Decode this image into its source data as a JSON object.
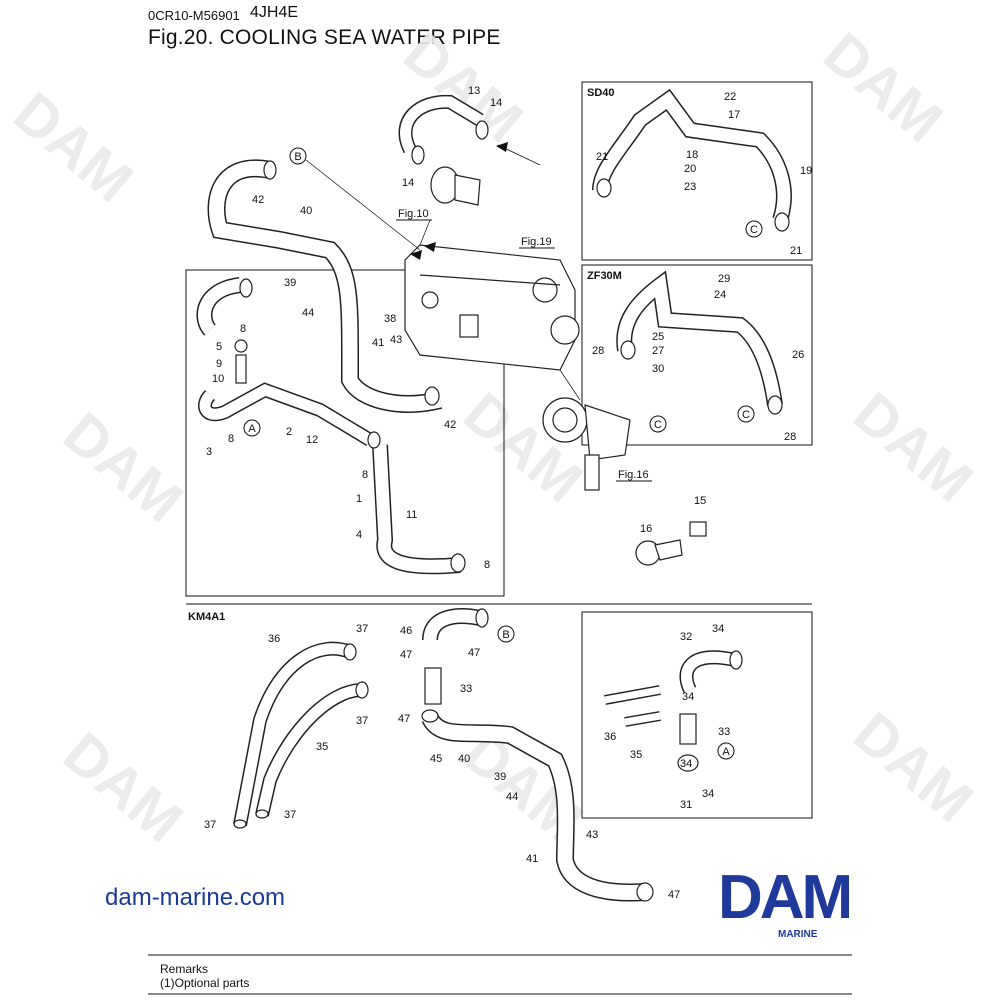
{
  "header": {
    "doc_code": "0CR10-M56901",
    "model": "4JH4E",
    "title": "Fig.20.  COOLING SEA WATER PIPE"
  },
  "watermark": "DAM",
  "box_labels": {
    "sd40": "SD40",
    "zf30m": "ZF30M",
    "km4a1": "KM4A1"
  },
  "fig_refs": {
    "fig10": "Fig.10",
    "fig19": "Fig.19",
    "fig16": "Fig.16"
  },
  "circle_refs": {
    "b1": "B",
    "b2": "B",
    "a1": "A",
    "a2": "A",
    "c1": "C",
    "c2": "C",
    "c3": "C"
  },
  "parts": {
    "p1": "1",
    "p2": "2",
    "p3": "3",
    "p4": "4",
    "p5": "5",
    "p8a": "8",
    "p8b": "8",
    "p8c": "8",
    "p8d": "8",
    "p9": "9",
    "p10": "10",
    "p11": "11",
    "p12": "12",
    "p13": "13",
    "p14a": "14",
    "p14b": "14",
    "p15": "15",
    "p16": "16",
    "p17": "17",
    "p18": "18",
    "p19": "19",
    "p20": "20",
    "p21a": "21",
    "p21b": "21",
    "p22": "22",
    "p23": "23",
    "p24": "24",
    "p25": "25",
    "p26": "26",
    "p27": "27",
    "p28a": "28",
    "p28b": "28",
    "p29": "29",
    "p30": "30",
    "p31": "31",
    "p32": "32",
    "p33a": "33",
    "p33b": "33",
    "p34a": "34",
    "p34b": "34",
    "p34c": "34",
    "p34d": "34",
    "p35a": "35",
    "p35b": "35",
    "p36a": "36",
    "p36b": "36",
    "p37a": "37",
    "p37b": "37",
    "p37c": "37",
    "p37d": "37",
    "p38": "38",
    "p39a": "39",
    "p39b": "39",
    "p40a": "40",
    "p40b": "40",
    "p41a": "41",
    "p41b": "41",
    "p42a": "42",
    "p42b": "42",
    "p43a": "43",
    "p43b": "43",
    "p44a": "44",
    "p44b": "44",
    "p45": "45",
    "p46": "46",
    "p47a": "47",
    "p47b": "47",
    "p47c": "47",
    "p47d": "47"
  },
  "website": "dam-marine.com",
  "brand": {
    "logo": "DAM",
    "sub": "MARINE",
    "color": "#1f3a9a"
  },
  "remarks": {
    "heading": "Remarks",
    "line1": "(1)Optional parts"
  }
}
